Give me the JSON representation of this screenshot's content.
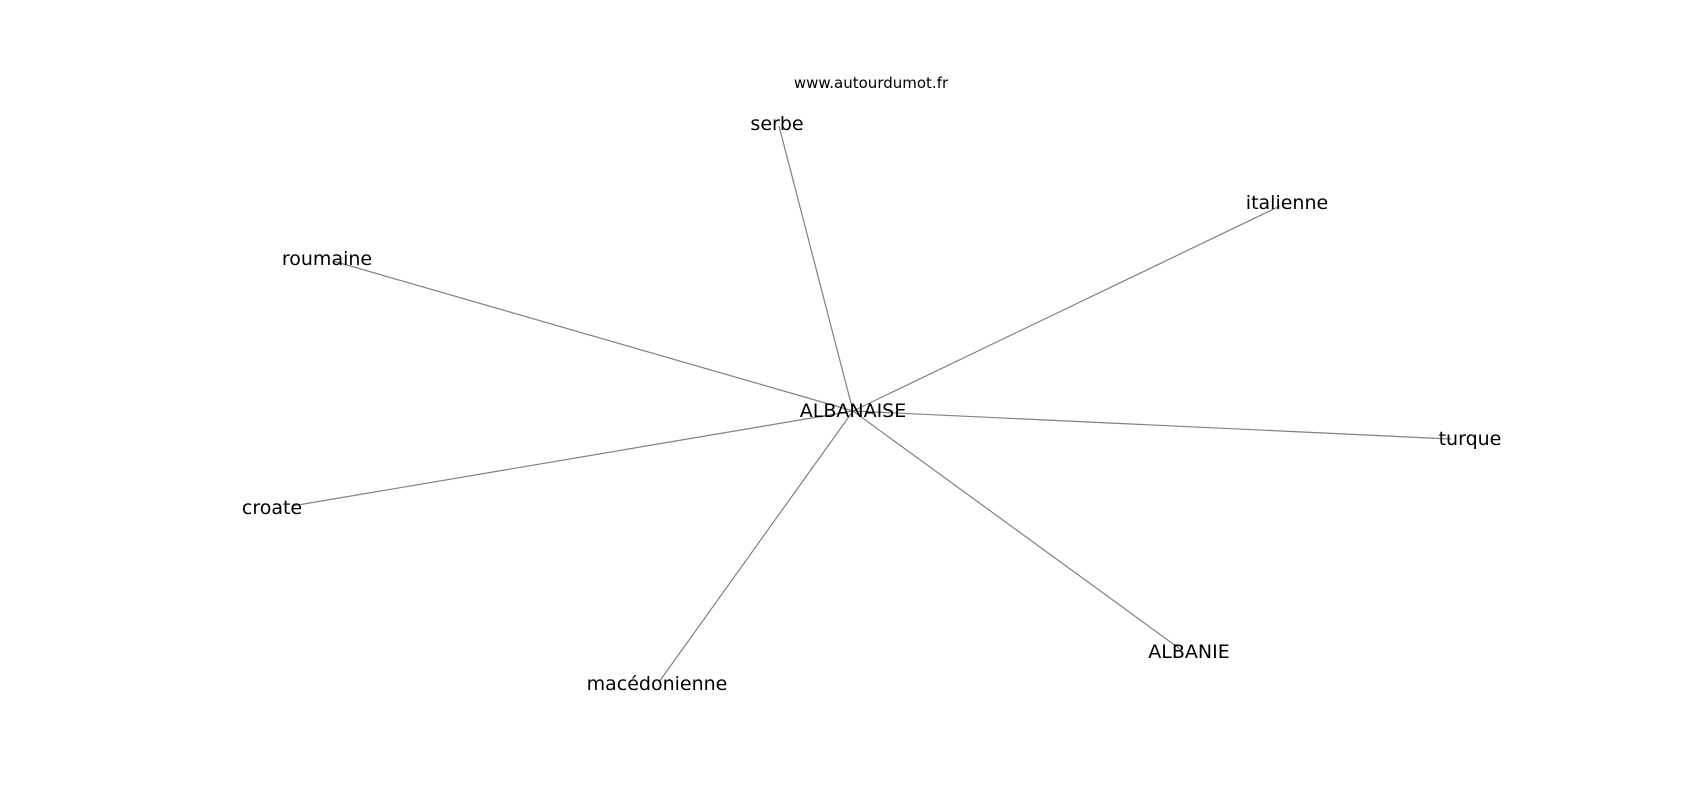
{
  "watermark": "www.autourdumot.fr",
  "center": {
    "id": "albanaise",
    "label": "ALBANAISE"
  },
  "nodes": [
    {
      "id": "serbe",
      "label": "serbe"
    },
    {
      "id": "italienne",
      "label": "italienne"
    },
    {
      "id": "roumaine",
      "label": "roumaine"
    },
    {
      "id": "turque",
      "label": "turque"
    },
    {
      "id": "croate",
      "label": "croate"
    },
    {
      "id": "albanie",
      "label": "ALBANIE"
    },
    {
      "id": "macedonienne",
      "label": "macédonienne"
    }
  ],
  "edges": [
    {
      "from": "albanaise",
      "to": "serbe"
    },
    {
      "from": "albanaise",
      "to": "italienne"
    },
    {
      "from": "albanaise",
      "to": "roumaine"
    },
    {
      "from": "albanaise",
      "to": "turque"
    },
    {
      "from": "albanaise",
      "to": "croate"
    },
    {
      "from": "albanaise",
      "to": "albanie"
    },
    {
      "from": "albanaise",
      "to": "macedonienne"
    }
  ]
}
